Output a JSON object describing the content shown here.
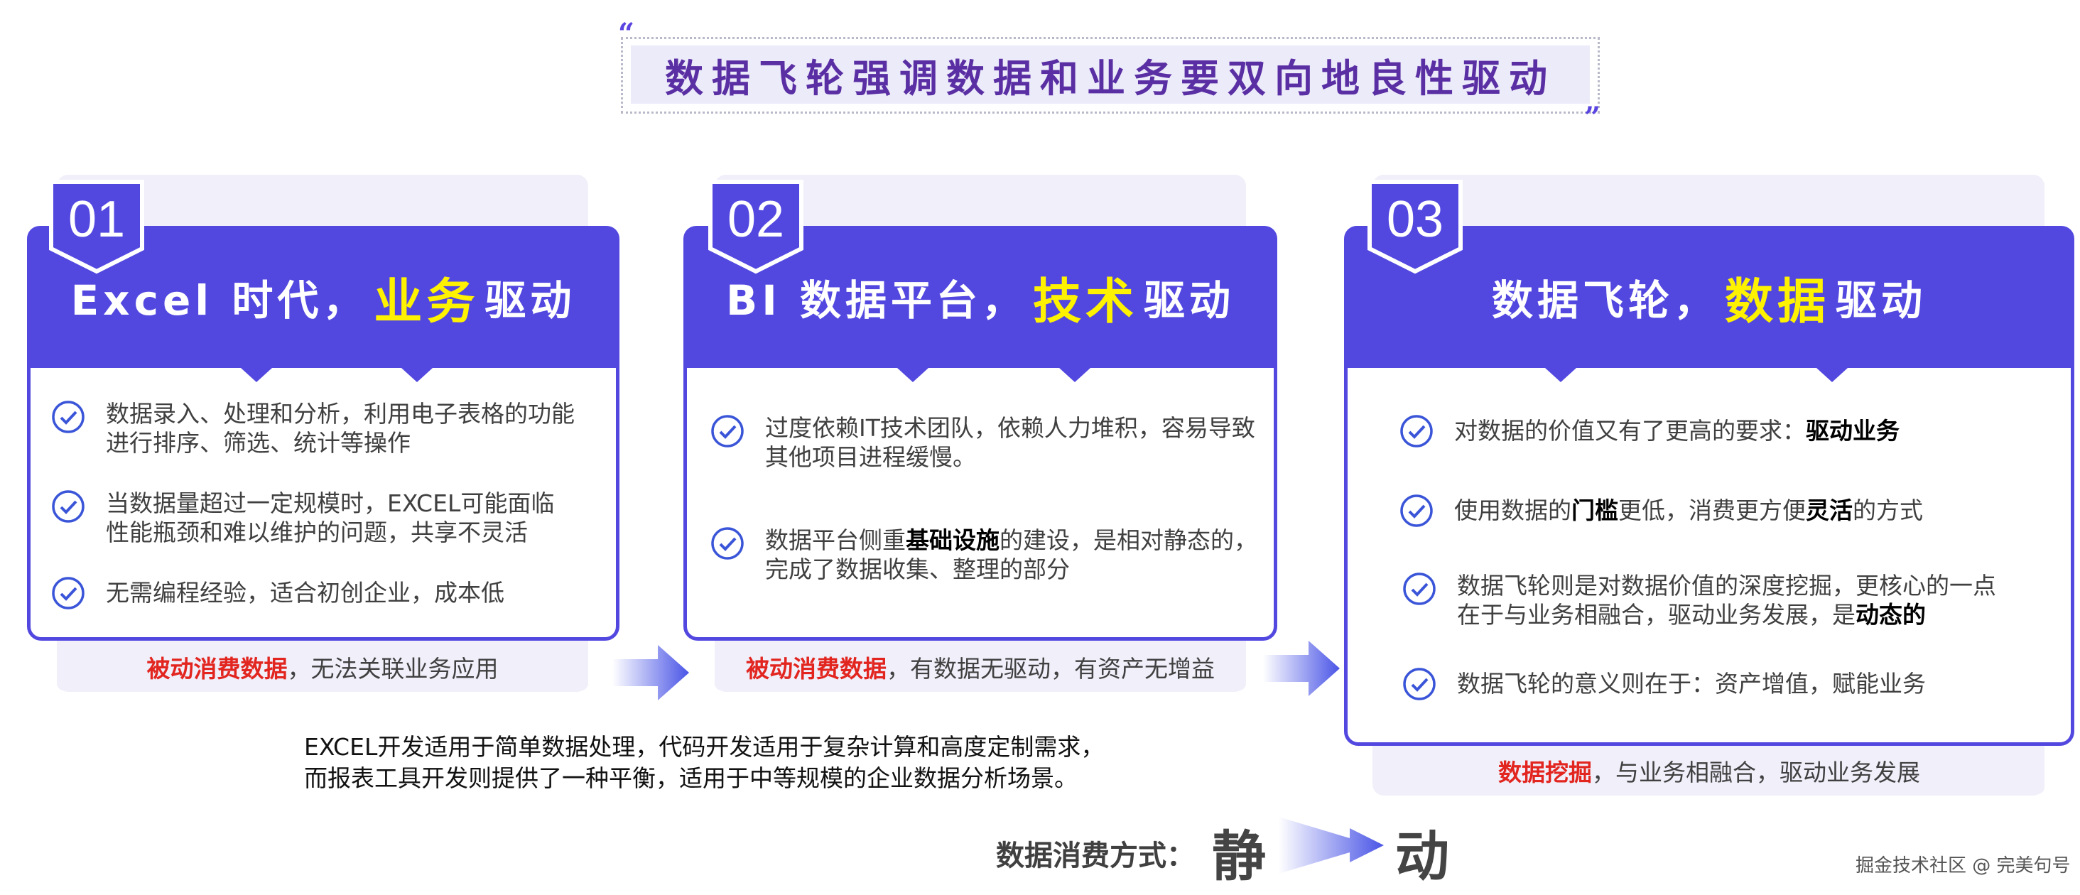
{
  "headline": {
    "text": "数据飞轮强调数据和业务要双向地良性驱动",
    "open_quote": "“",
    "close_quote": "”"
  },
  "cards": [
    {
      "number": "01",
      "title_pre": "Excel 时代，",
      "title_highlight": "业务",
      "title_post": "驱动",
      "items": [
        [
          "数据录入、处理和分析，利用电子表格的功能",
          "进行排序、筛选、统计等操作"
        ],
        [
          "当数据量超过一定规模时，EXCEL可能面临",
          "性能瓶颈和难以维护的问题，共享不灵活"
        ],
        [
          "无需编程经验，适合初创企业，成本低"
        ]
      ],
      "footer_red": "被动消费数据",
      "footer_rest": "，无法关联业务应用"
    },
    {
      "number": "02",
      "title_pre": "BI 数据平台，",
      "title_highlight": "技术",
      "title_post": "驱动",
      "items": [
        [
          "过度依赖IT技术团队，依赖人力堆积，容易导致",
          "其他项目进程缓慢。"
        ],
        [
          "数据平台侧重",
          "基础设施",
          "的建设，是相对静态的，",
          "完成了数据收集、整理的部分"
        ]
      ],
      "footer_red": "被动消费数据",
      "footer_rest": "，有数据无驱动，有资产无增益"
    },
    {
      "number": "03",
      "title_pre": "数据飞轮，",
      "title_highlight": "数据",
      "title_post": "驱动",
      "items": [
        [
          "对数据的价值又有了更高的要求：",
          "驱动业务"
        ],
        [
          "使用数据的",
          "门槛",
          "更低，消费更方便",
          "灵活",
          "的方式"
        ],
        [
          "数据飞轮则是对数据价值的深度挖掘，更核心的一点",
          "在于与业务相融合，驱动业务发展，是",
          "动态的"
        ],
        [
          "数据飞轮的意义则在于：资产增值，赋能业务"
        ]
      ],
      "footer_red": "数据挖掘",
      "footer_rest": "，与业务相融合，驱动业务发展"
    }
  ],
  "note": {
    "line1": "EXCEL开发适用于简单数据处理，代码开发适用于复杂计算和高度定制需求，",
    "line2": "而报表工具开发则提供了一种平衡，适用于中等规模的企业数据分析场景。"
  },
  "consumption": {
    "label": "数据消费方式：",
    "from": "静",
    "to": "动"
  },
  "watermark": "掘金技术社区 @ 完美句号",
  "colors": {
    "header": "#5248e0",
    "highlight": "#fff200",
    "footer_red": "#e2251f",
    "headline_text": "#5a2fa3"
  }
}
